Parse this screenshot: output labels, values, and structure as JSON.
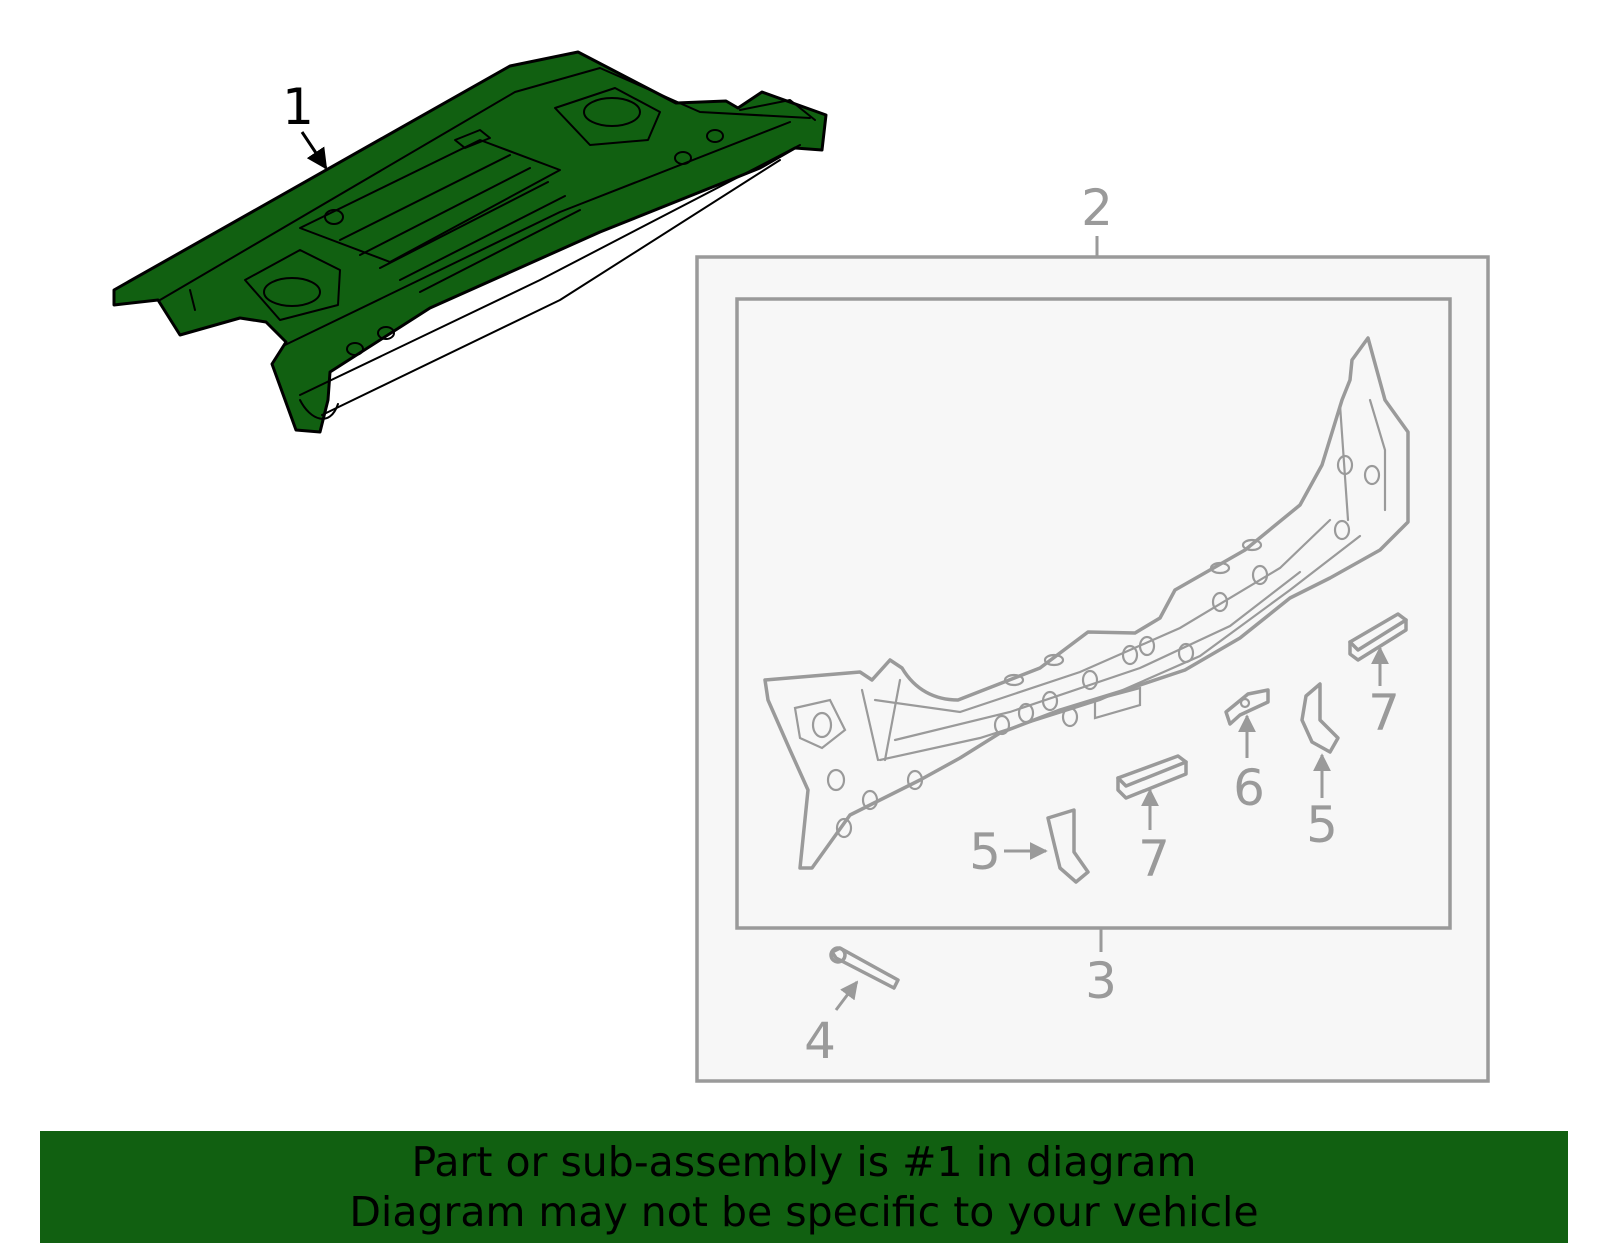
{
  "colors": {
    "highlight_fill": "#116011",
    "part_outline": "#9a9a9a",
    "box_fill": "#f7f7f7",
    "banner_background": "#116011",
    "banner_text": "#000000"
  },
  "callouts": {
    "c1": "1",
    "c2": "2",
    "c3": "3",
    "c4": "4",
    "c5a": "5",
    "c5b": "5",
    "c6": "6",
    "c7a": "7",
    "c7b": "7"
  },
  "banner": {
    "line1": "Part or sub-assembly is #1 in diagram",
    "line2": "Diagram may not be specific to your vehicle"
  }
}
